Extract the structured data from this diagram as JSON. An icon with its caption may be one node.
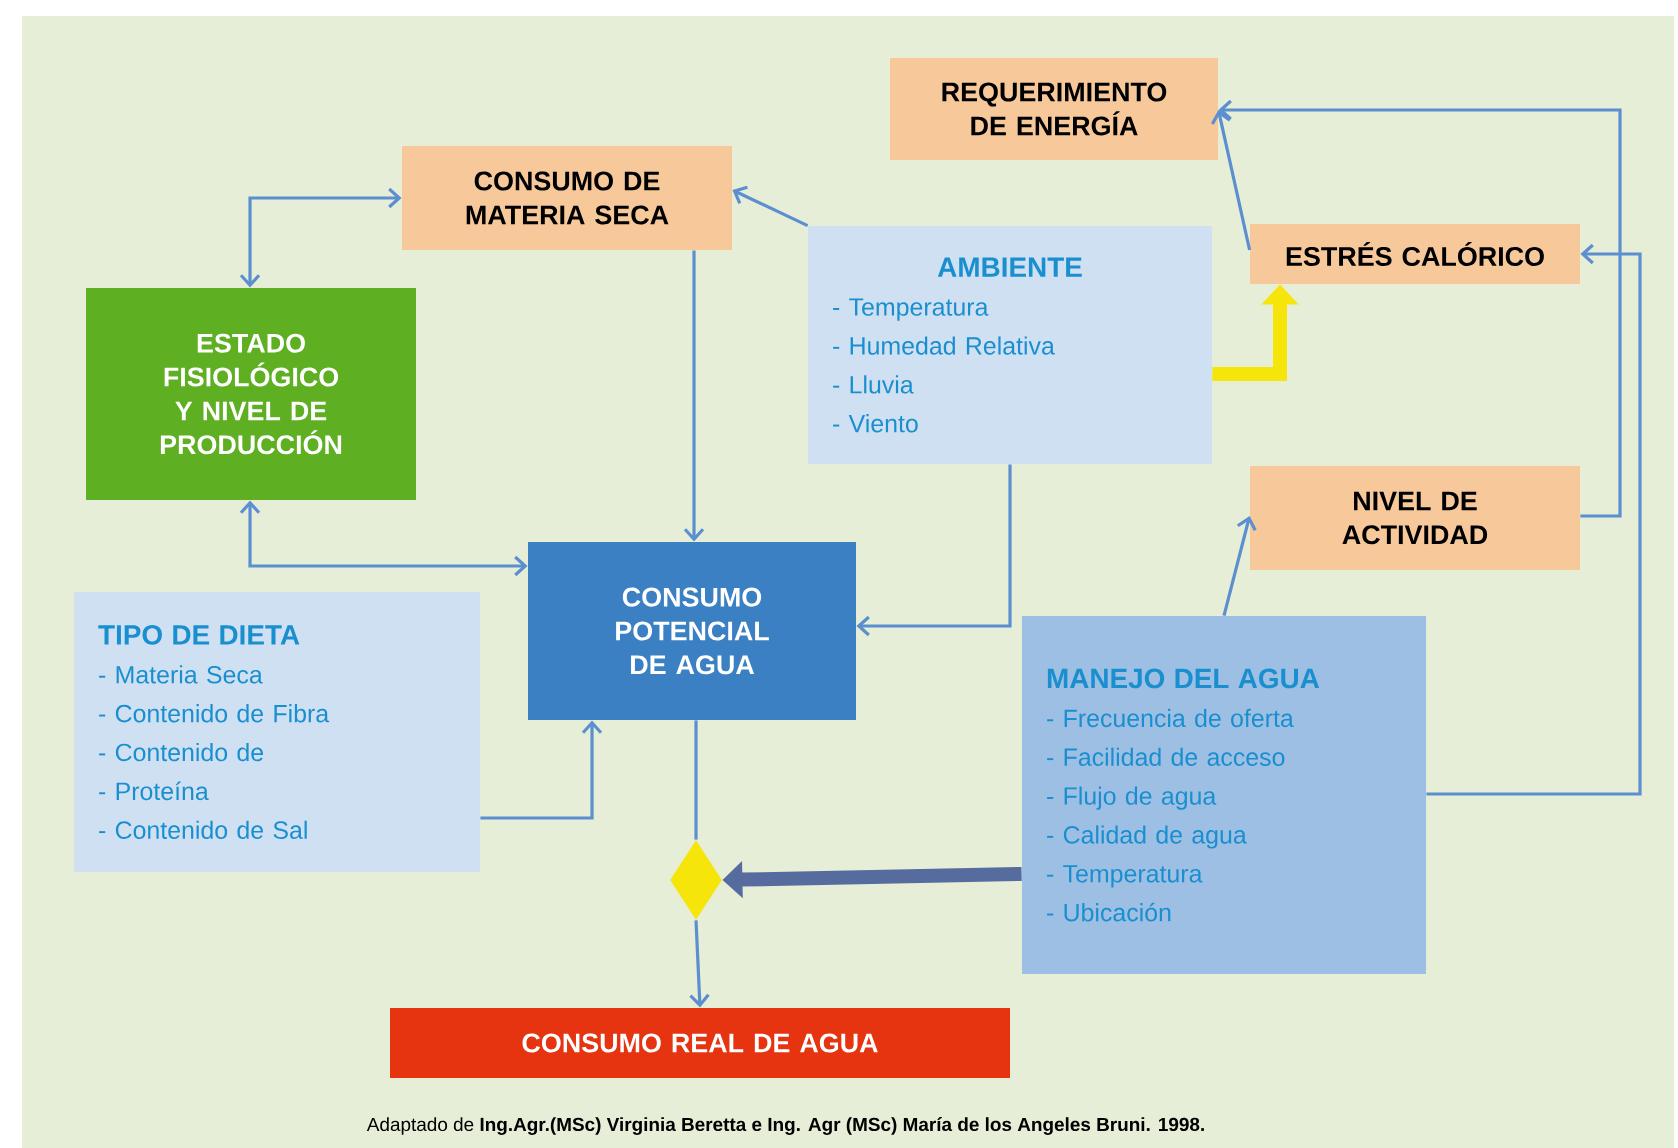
{
  "diagram": {
    "caption": "Adaptado de **Ing.Agr.(MSc) Virginia Beretta e Ing. Agr (MSc) María de los Angeles Bruni. 1998.**",
    "nodes": [
      {
        "text": [
          "CONSUMO DE MATERIA SECA"
        ]
      },
      {
        "text": [
          "REQUERIMIENTO DE ENERGÍA"
        ]
      },
      {
        "text": [
          "ESTADO FISIOLÓGICO Y NIVEL DE PRODUCCIÓN"
        ]
      },
      {
        "text": [
          "AMBIENTE",
          "- Temperatura",
          "- Humedad Relativa",
          "- Lluvia",
          "- Viento"
        ]
      },
      {
        "text": [
          "ESTRÉS CALÓRICO"
        ]
      },
      {
        "text": [
          "NIVEL DE ACTIVIDAD"
        ]
      },
      {
        "text": [
          "CONSUMO POTENCIAL DE AGUA"
        ]
      },
      {
        "text": [
          "TIPO DE DIETA",
          "- Materia Seca",
          "- Contenido de Fibra",
          "- Contenido de",
          "- Proteína",
          "- Contenido de Sal"
        ]
      },
      {
        "text": [
          "MANEJO DEL AGUA",
          "- Frecuencia de oferta",
          "- Facilidad de acceso",
          "- Flujo de agua",
          "- Calidad de agua",
          "- Temperatura",
          "- Ubicación"
        ]
      },
      {
        "text": [],
        "shape": "diamond"
      },
      {
        "text": [
          "CONSUMO REAL DE AGUA"
        ]
      }
    ],
    "edges": [
      {
        "from": 2,
        "to": 0,
        "arrow": "both"
      },
      {
        "from": 2,
        "to": 6,
        "arrow": "both"
      },
      {
        "from": 0,
        "to": 6,
        "arrow": "to"
      },
      {
        "from": 3,
        "to": 0,
        "arrow": "to"
      },
      {
        "from": 3,
        "to": 6,
        "arrow": "to"
      },
      {
        "from": 3,
        "to": 4,
        "arrow": "to",
        "style": "thick",
        "color": "#f5e50a"
      },
      {
        "from": 4,
        "to": 1,
        "arrow": "to"
      },
      {
        "from": 5,
        "to": 1,
        "arrow": "to"
      },
      {
        "from": 8,
        "to": 4,
        "arrow": "to"
      },
      {
        "from": 8,
        "to": 5,
        "arrow": "to"
      },
      {
        "from": 7,
        "to": 6,
        "arrow": "to"
      },
      {
        "from": 6,
        "to": 9,
        "arrow": "none"
      },
      {
        "from": 9,
        "to": 10,
        "arrow": "to"
      },
      {
        "from": 8,
        "to": 9,
        "arrow": "to",
        "style": "thick",
        "color": "#566c9e"
      }
    ]
  }
}
